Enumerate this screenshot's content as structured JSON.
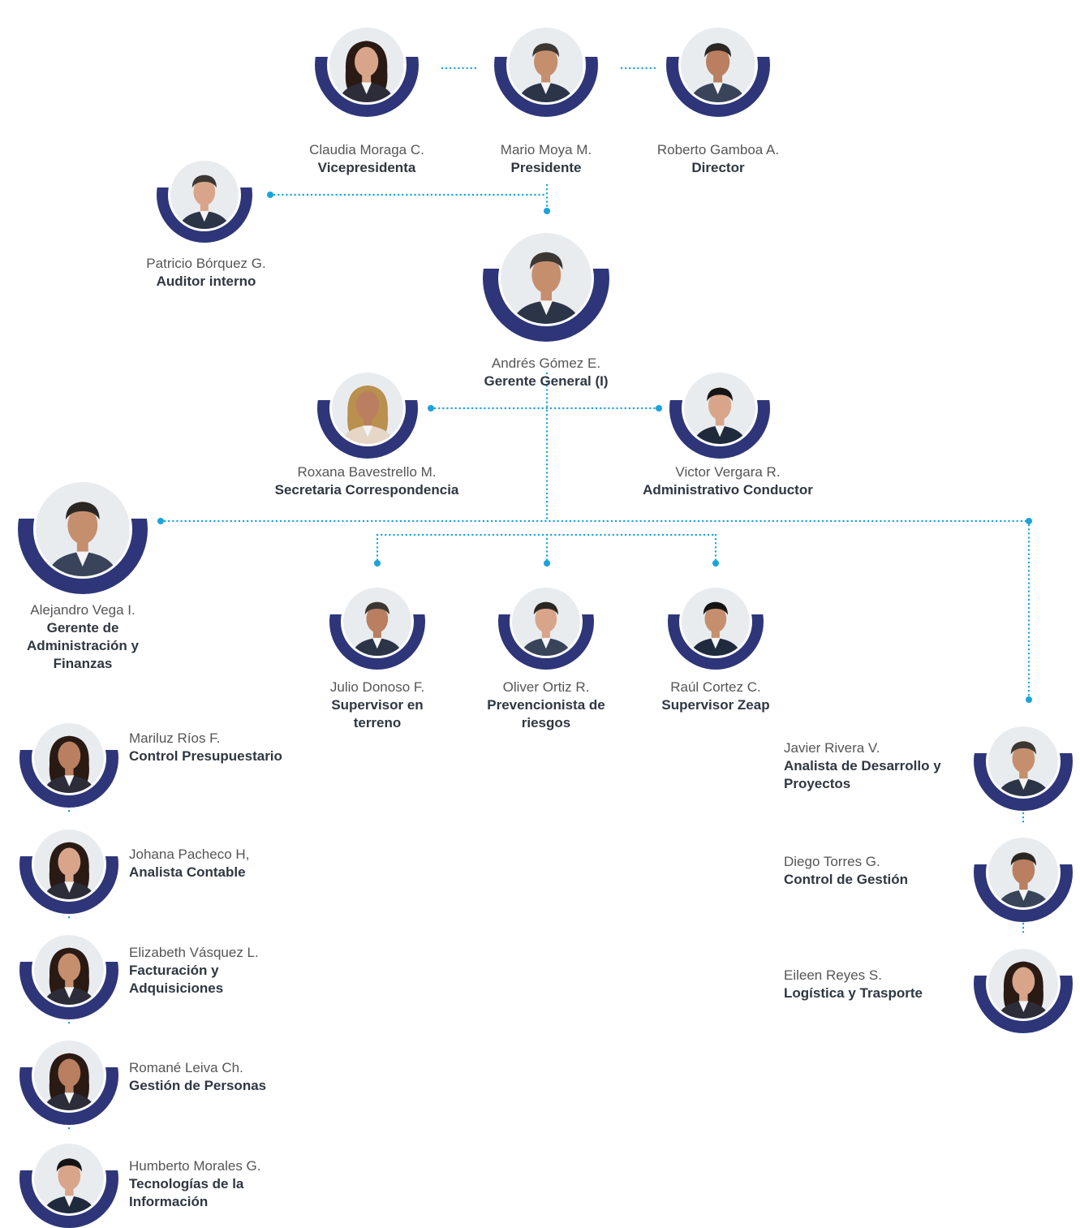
{
  "colors": {
    "ring": "#2e3679",
    "connector": "#1aa3dc",
    "name_text": "#555555",
    "role_text": "#2f3742"
  },
  "people": {
    "moraga": {
      "name": "Claudia Moraga C.",
      "role": "Vicepresidenta"
    },
    "moya": {
      "name": "Mario Moya M.",
      "role": "Presidente"
    },
    "gamboa": {
      "name": "Roberto Gamboa A.",
      "role": "Director"
    },
    "borquez": {
      "name": "Patricio Bórquez G.",
      "role": "Auditor interno"
    },
    "gomez": {
      "name": "Andrés Gómez E.",
      "role": "Gerente General (I)"
    },
    "bavestrello": {
      "name": "Roxana Bavestrello M.",
      "role": "Secretaria Correspondencia"
    },
    "vergara": {
      "name": "Victor Vergara R.",
      "role": "Administrativo Conductor"
    },
    "vega": {
      "name": "Alejandro Vega I.",
      "role": "Gerente de Administración y Finanzas"
    },
    "donoso": {
      "name": "Julio Donoso F.",
      "role": "Supervisor en terreno"
    },
    "ortiz": {
      "name": "Oliver Ortiz R.",
      "role": "Prevencionista de riesgos"
    },
    "cortez": {
      "name": "Raúl Cortez C.",
      "role": "Supervisor Zeap"
    },
    "rios": {
      "name": "Mariluz Ríos F.",
      "role": "Control Presupuestario"
    },
    "pacheco": {
      "name": "Johana Pacheco H,",
      "role": "Analista Contable"
    },
    "vasquez": {
      "name": "Elizabeth Vásquez L.",
      "role": "Facturación y Adquisiciones"
    },
    "leiva": {
      "name": "Romané Leiva Ch.",
      "role": "Gestión de Personas"
    },
    "morales": {
      "name": "Humberto Morales G.",
      "role": "Tecnologías de la Información"
    },
    "rivera": {
      "name": "Javier Rivera V.",
      "role": "Analista de Desarrollo y Proyectos"
    },
    "torres": {
      "name": "Diego Torres G.",
      "role": "Control de Gestión"
    },
    "reyes": {
      "name": "Eileen Reyes S.",
      "role": "Logística y Trasporte"
    }
  }
}
